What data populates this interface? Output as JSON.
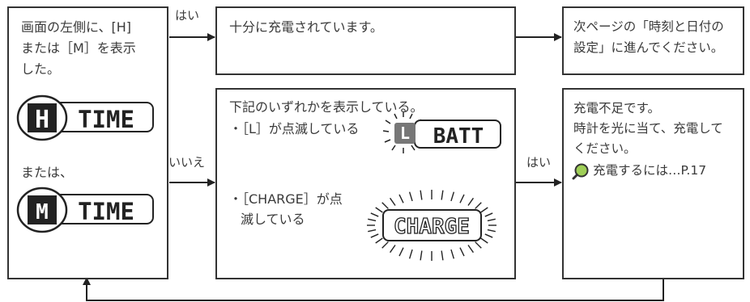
{
  "start_box": {
    "line1": "画面の左側に、[H]",
    "line2": "または［M］を表示",
    "line3": "した。",
    "or_text": "または、",
    "lcd_h_letter": "H",
    "lcd_h_word": "TIME",
    "lcd_m_letter": "M",
    "lcd_m_word": "TIME"
  },
  "charged_box": {
    "text": "十分に充電されています。"
  },
  "next_box": {
    "line1": "次ページの「時刻と日付の",
    "line2": "設定」に進んでください。"
  },
  "condition_box": {
    "heading": "下記のいずれかを表示している。",
    "item1": "・［L］が点滅している",
    "item2_line1": "・［CHARGE］が点",
    "item2_line2": "滅している",
    "lcd_l_letter": "L",
    "lcd_l_word": "BATT",
    "lcd_charge": "CHARGE"
  },
  "undercharged_box": {
    "line1": "充電不足です。",
    "line2": "時計を光に当て、充電して",
    "line3": "ください。",
    "ref": "充電するには…P.17"
  },
  "labels": {
    "yes1": "はい",
    "no": "いいえ",
    "yes2": "はい"
  }
}
